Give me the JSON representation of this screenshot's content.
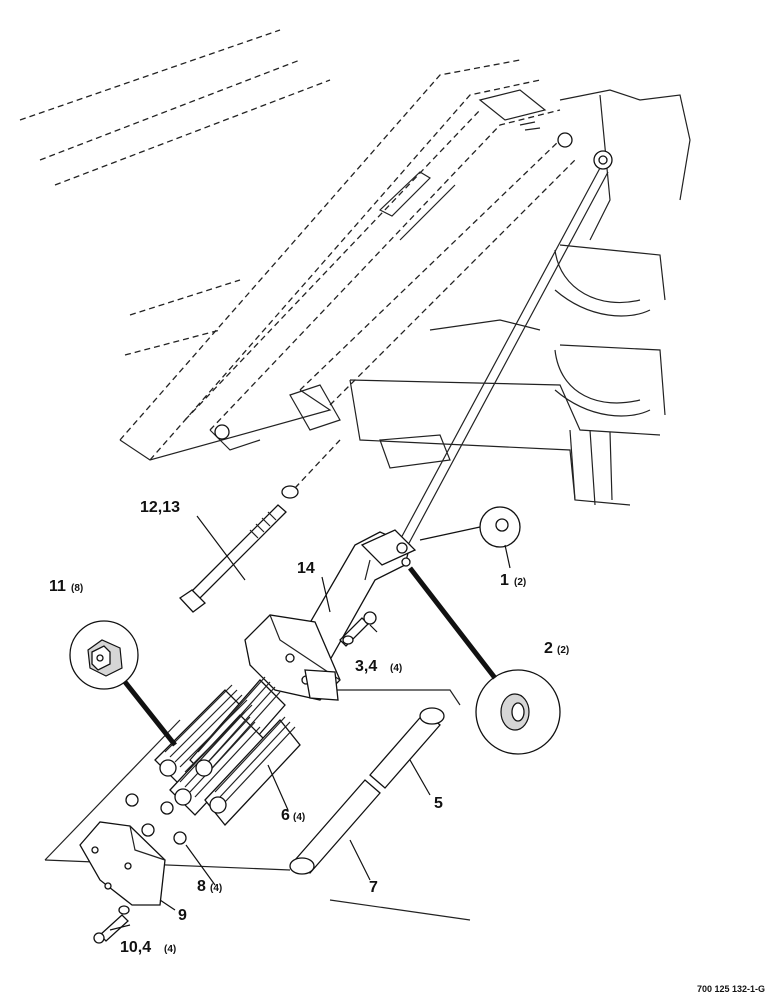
{
  "callouts": [
    {
      "id": "c1",
      "number": "1",
      "qty": "(2)"
    },
    {
      "id": "c2",
      "number": "2",
      "qty": "(2)"
    },
    {
      "id": "c3",
      "number": "3,4",
      "qty": "(4)"
    },
    {
      "id": "c5",
      "number": "5",
      "qty": ""
    },
    {
      "id": "c6",
      "number": "6",
      "qty": "(4)"
    },
    {
      "id": "c7",
      "number": "7",
      "qty": ""
    },
    {
      "id": "c8",
      "number": "8",
      "qty": "(4)"
    },
    {
      "id": "c9",
      "number": "9",
      "qty": ""
    },
    {
      "id": "c10",
      "number": "10,4",
      "qty": "(4)"
    },
    {
      "id": "c11",
      "number": "11",
      "qty": "(8)"
    },
    {
      "id": "c12",
      "number": "12,13",
      "qty": ""
    },
    {
      "id": "c14",
      "number": "14",
      "qty": ""
    }
  ],
  "reference": "700 125 132-1-G"
}
